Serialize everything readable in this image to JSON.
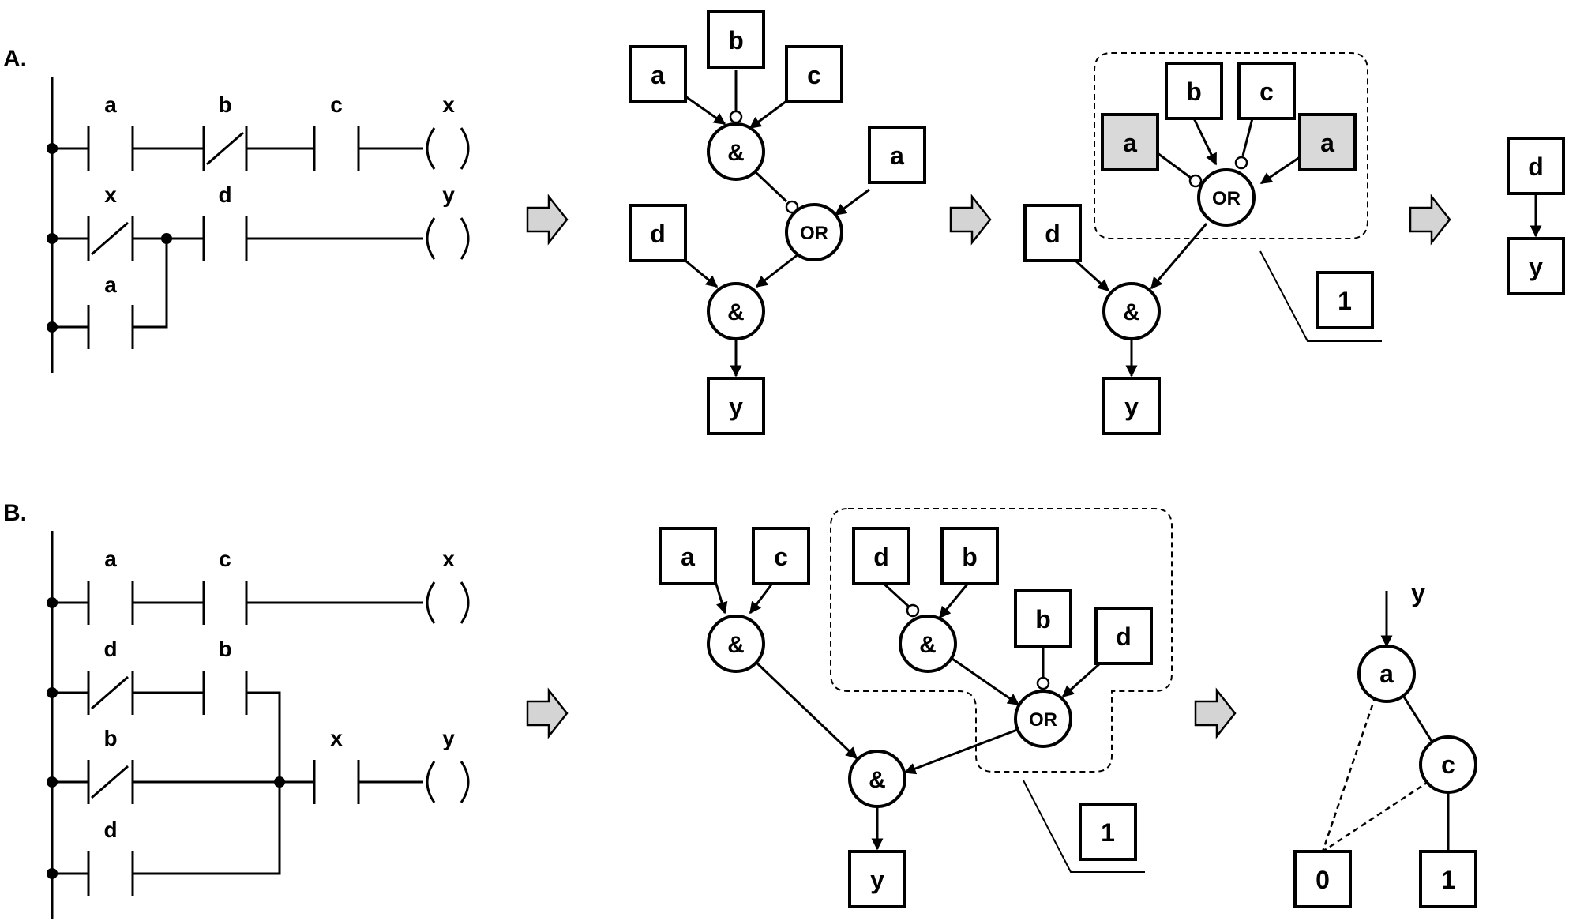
{
  "panels": {
    "a": {
      "title": "A.",
      "ladder": {
        "rung1": {
          "contact1": "a",
          "contact2": "b",
          "contact3": "c",
          "coil": "x"
        },
        "rung2": {
          "contact1": "x",
          "contact2": "d",
          "coil": "y"
        },
        "rung3": {
          "contact1": "a"
        }
      },
      "graph1": {
        "box_a_left": "a",
        "box_b": "b",
        "box_c": "c",
        "box_a_right": "a",
        "box_d": "d",
        "and_top": "&",
        "or_node": "OR",
        "and_bottom": "&",
        "box_y": "y"
      },
      "graph2": {
        "box_a_left": "a",
        "box_b": "b",
        "box_c": "c",
        "box_a_right": "a",
        "or_node": "OR",
        "box_d": "d",
        "and_node": "&",
        "box_y": "y",
        "callout": "1"
      },
      "graph3": {
        "box_d": "d",
        "box_y": "y"
      }
    },
    "b": {
      "title": "B.",
      "ladder": {
        "rung1": {
          "contact1": "a",
          "contact2": "c",
          "coil": "x"
        },
        "rung2": {
          "contact1": "d",
          "contact2": "b"
        },
        "rung3": {
          "contact1": "b",
          "contact2": "x",
          "coil": "y"
        },
        "rung4": {
          "contact1": "d"
        }
      },
      "graph1": {
        "box_a": "a",
        "box_c": "c",
        "and_left": "&",
        "box_d": "d",
        "box_b1": "b",
        "and_inner": "&",
        "box_b2": "b",
        "box_d2": "d",
        "or_node": "OR",
        "and_bottom": "&",
        "box_y": "y",
        "callout": "1"
      },
      "bdd": {
        "output_label": "y",
        "node_a": "a",
        "node_c": "c",
        "terminal_0": "0",
        "terminal_1": "1"
      }
    }
  }
}
